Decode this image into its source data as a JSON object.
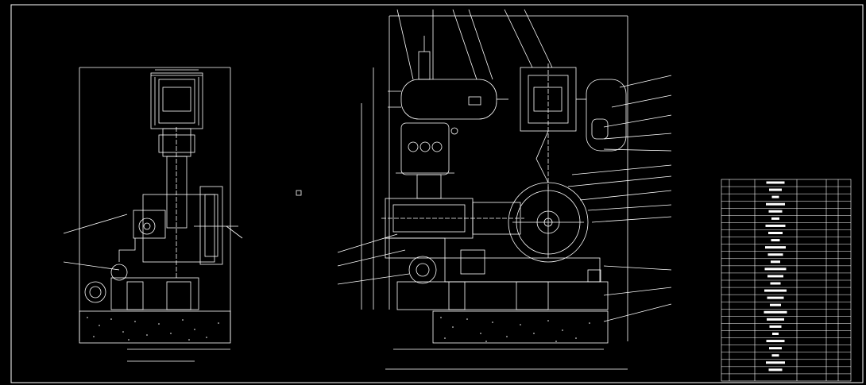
{
  "drawing": {
    "background": "#000000",
    "line_color": "#ffffff",
    "text": []
  },
  "views": [
    {
      "name": "side-elevation-view"
    },
    {
      "name": "front-elevation-view"
    },
    {
      "name": "parts-list-table"
    }
  ],
  "parts_table": {
    "rows": 28,
    "columns": 6
  }
}
